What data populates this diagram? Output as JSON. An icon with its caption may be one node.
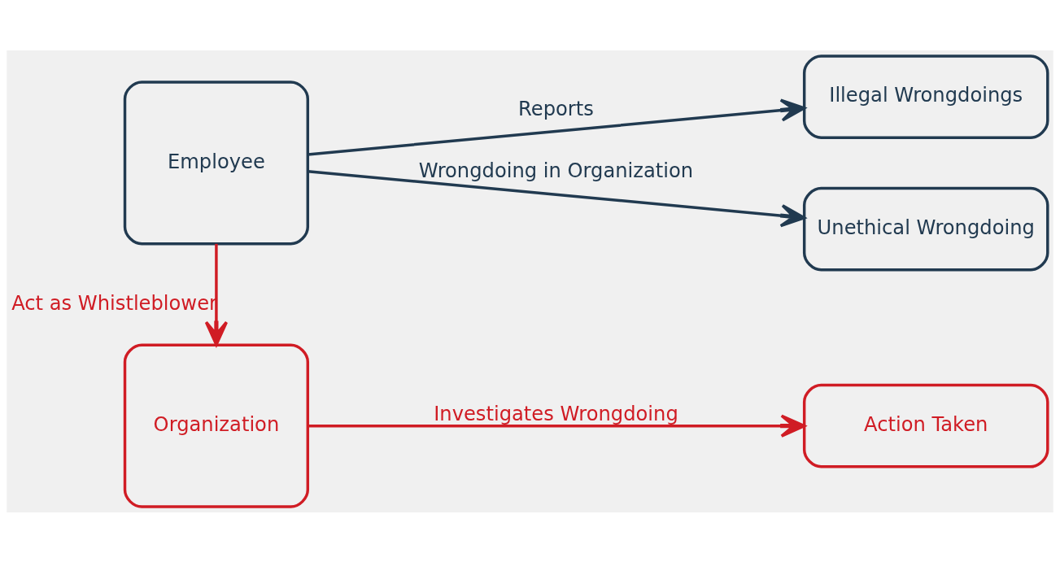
{
  "diagram": {
    "nodes": [
      {
        "text": [
          "Employee"
        ]
      },
      {
        "text": [
          "Illegal Wrongdoings"
        ]
      },
      {
        "text": [
          "Unethical Wrongdoing"
        ]
      },
      {
        "text": [
          "Organization"
        ]
      },
      {
        "text": [
          "Action Taken"
        ]
      }
    ],
    "edges": [
      {
        "from": 0,
        "to": 1,
        "arrow": "to",
        "label": "Reports"
      },
      {
        "from": 0,
        "to": 2,
        "arrow": "to",
        "label": "Wrongdoing in Organization"
      },
      {
        "from": 0,
        "to": 3,
        "arrow": "to",
        "label": "Act as Whistleblower",
        "color": "#d01c24"
      },
      {
        "from": 3,
        "to": 4,
        "arrow": "to",
        "label": "Investigates Wrongdoing",
        "color": "#d01c24"
      }
    ]
  }
}
